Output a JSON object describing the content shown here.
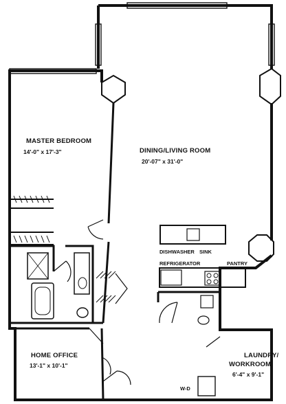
{
  "rooms": {
    "master_bedroom": {
      "name": "MASTER BEDROOM",
      "dims": "14'-0\" x 17'-3\""
    },
    "dining_living": {
      "name": "DINING/LIVING ROOM",
      "dims": "20'-07\" x 31'-0\""
    },
    "home_office": {
      "name": "HOME OFFICE",
      "dims": "13'-1\" x 10'-1\""
    },
    "laundry": {
      "name_line1": "LAUNDRY/",
      "name_line2": "WORKROOM",
      "dims": "6'-4\" x 9'-1\""
    }
  },
  "fixtures": {
    "dishwasher": "DISHWASHER",
    "sink": "SINK",
    "refrigerator": "REFRIGERATOR",
    "pantry": "PANTRY",
    "washer_dryer": "W-D"
  },
  "colors": {
    "wall": "#111111",
    "background": "#ffffff"
  }
}
